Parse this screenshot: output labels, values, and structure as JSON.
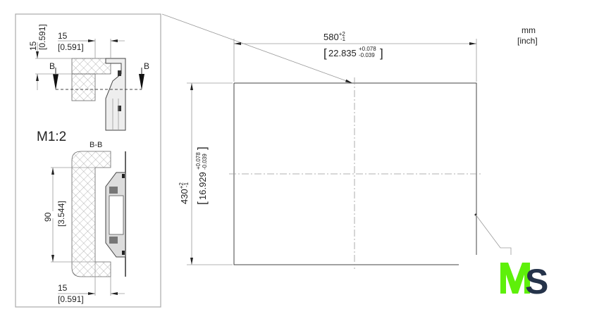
{
  "units": {
    "mm": "mm",
    "inch": "[inch]"
  },
  "detail": {
    "scale": "M1:2",
    "section_label": "B-B",
    "cut_marker": "B",
    "top_vertical_dim": {
      "value": "15",
      "inch": "[0.591]"
    },
    "top_horizontal_dim": {
      "value": "15",
      "inch": "[0.591]"
    },
    "height_dim": {
      "value": "90",
      "inch": "[3.544]"
    },
    "bottom_horizontal_dim": {
      "value": "15",
      "inch": "[0.591]"
    }
  },
  "main": {
    "width_dim": {
      "value": "580",
      "tol_plus": "+2",
      "tol_minus": "-1",
      "inch": "22.835",
      "inch_tol_plus": "+0.078",
      "inch_tol_minus": "-0.039"
    },
    "height_dim": {
      "value": "430",
      "tol_plus": "+2",
      "tol_minus": "-1",
      "inch": "16.929",
      "inch_tol_plus": "+0.078",
      "inch_tol_minus": "-0.039"
    }
  },
  "logo": {
    "text": "MS",
    "colors": {
      "m": "#5ef00a",
      "s": "#25334a"
    }
  }
}
